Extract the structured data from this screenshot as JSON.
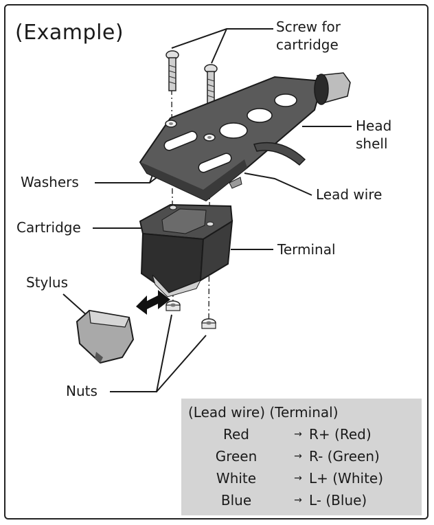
{
  "title": "(Example)",
  "labels": {
    "screw_line1": "Screw for",
    "screw_line2": "cartridge",
    "head_line1": "Head",
    "head_line2": "shell",
    "washers": "Washers",
    "lead_wire": "Lead wire",
    "cartridge": "Cartridge",
    "terminal": "Terminal",
    "stylus": "Stylus",
    "nuts": "Nuts"
  },
  "wiring": {
    "header_left": "(Lead wire)",
    "header_right": "(Terminal)",
    "arrow": "→",
    "rows": [
      {
        "color": "Red",
        "terminal": "R+ (Red)"
      },
      {
        "color": "Green",
        "terminal": "R- (Green)"
      },
      {
        "color": "White",
        "terminal": "L+ (White)"
      },
      {
        "color": "Blue",
        "terminal": "L- (Blue)"
      }
    ]
  }
}
